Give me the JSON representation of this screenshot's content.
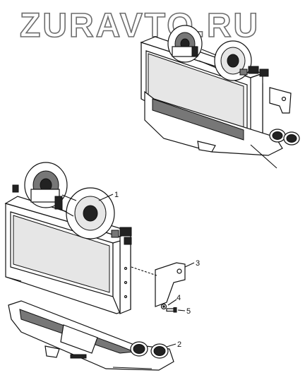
{
  "watermark": {
    "text": "ZURAVTO.RU"
  },
  "callouts": [
    {
      "id": "1",
      "label": "1"
    },
    {
      "id": "2",
      "label": "2"
    },
    {
      "id": "3",
      "label": "3"
    },
    {
      "id": "4",
      "label": "4"
    },
    {
      "id": "5",
      "label": "5"
    }
  ]
}
